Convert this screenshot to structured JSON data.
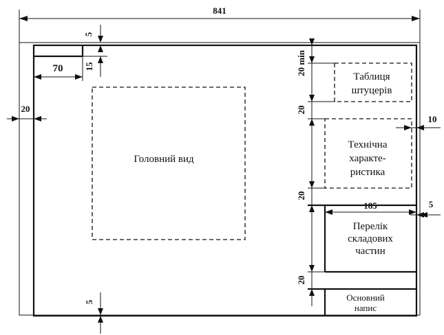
{
  "dimensions": {
    "total_width": "841",
    "top_gap": "5",
    "corner_height": "15",
    "corner_width": "70",
    "left_margin": "20",
    "gap_top_min": "20 min",
    "gap_after_table": "20",
    "right_gap": "10",
    "gap_after_spec": "20",
    "parts_width": "185",
    "right_margin": "5",
    "gap_after_parts": "20",
    "bottom_gap": "5"
  },
  "blocks": {
    "main_view": "Головний вид",
    "fittings_table": [
      "Таблиця",
      "штуцерів"
    ],
    "tech_spec": [
      "Технічна",
      "характе-",
      "ристика"
    ],
    "parts_list": [
      "Перелік",
      "складових",
      "частин"
    ],
    "title_block": [
      "Основний",
      "напис"
    ]
  }
}
